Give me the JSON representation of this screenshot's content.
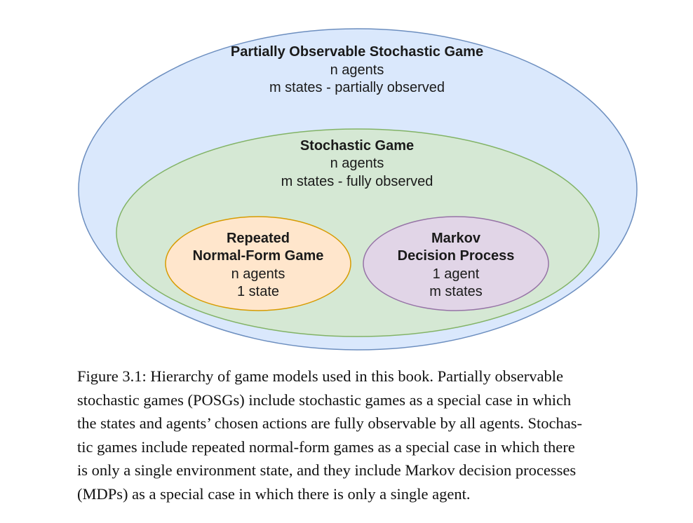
{
  "diagram": {
    "posg": {
      "title": "Partially Observable Stochastic Game",
      "agents": "n agents",
      "states": "m states - partially observed",
      "fill": "#dae8fc",
      "stroke": "#6c8ebf"
    },
    "sg": {
      "title": "Stochastic Game",
      "agents": "n agents",
      "states": "m states - fully observed",
      "fill": "#d5e8d4",
      "stroke": "#82b366"
    },
    "nfg": {
      "title_line1": "Repeated",
      "title_line2": "Normal-Form Game",
      "agents": "n agents",
      "states": "1 state",
      "fill": "#ffe6cc",
      "stroke": "#d79b00"
    },
    "mdp": {
      "title_line1": "Markov",
      "title_line2": "Decision Process",
      "agents": "1 agent",
      "states": "m states",
      "fill": "#e1d5e7",
      "stroke": "#9673a6"
    }
  },
  "caption": {
    "lines": [
      "Figure 3.1: Hierarchy of game models used in this book. Partially observable",
      "stochastic games (POSGs) include stochastic games as a special case in which",
      "the states and agents’ chosen actions are fully observable by all agents. Stochas-",
      "tic games include repeated normal-form games as a special case in which there",
      "is only a single environment state, and they include Markov decision processes",
      "(MDPs) as a special case in which there is only a single agent."
    ]
  }
}
